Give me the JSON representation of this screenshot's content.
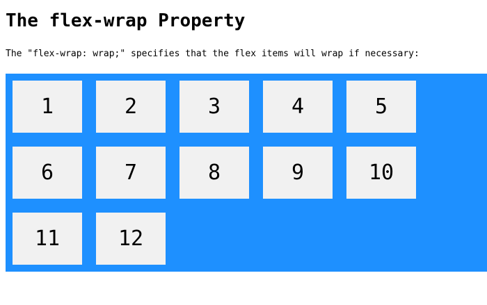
{
  "page": {
    "heading": "The flex-wrap Property",
    "description": "The \"flex-wrap: wrap;\" specifies that the flex items will wrap if necessary:"
  },
  "flex_demo": {
    "items": [
      "1",
      "2",
      "3",
      "4",
      "5",
      "6",
      "7",
      "8",
      "9",
      "10",
      "11",
      "12"
    ],
    "colors": {
      "container_background": "#1E90FF",
      "item_background": "#f1f1f1",
      "item_text": "#000000"
    },
    "layout_hint": "flex-wrap: wrap; rows of 5, 5, 2"
  }
}
